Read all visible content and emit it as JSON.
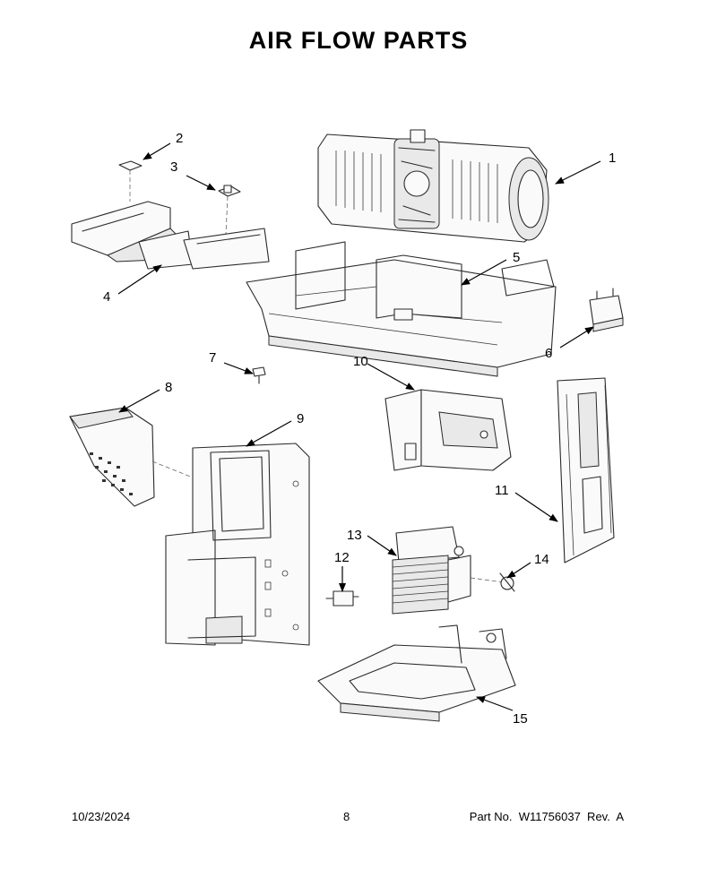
{
  "title": "AIR FLOW PARTS",
  "callouts": [
    "1",
    "2",
    "3",
    "4",
    "5",
    "6",
    "7",
    "8",
    "9",
    "10",
    "11",
    "12",
    "13",
    "14",
    "15"
  ],
  "footer": {
    "date": "10/23/2024",
    "page": "8",
    "part": "Part No.  W11756037  Rev.  A"
  }
}
